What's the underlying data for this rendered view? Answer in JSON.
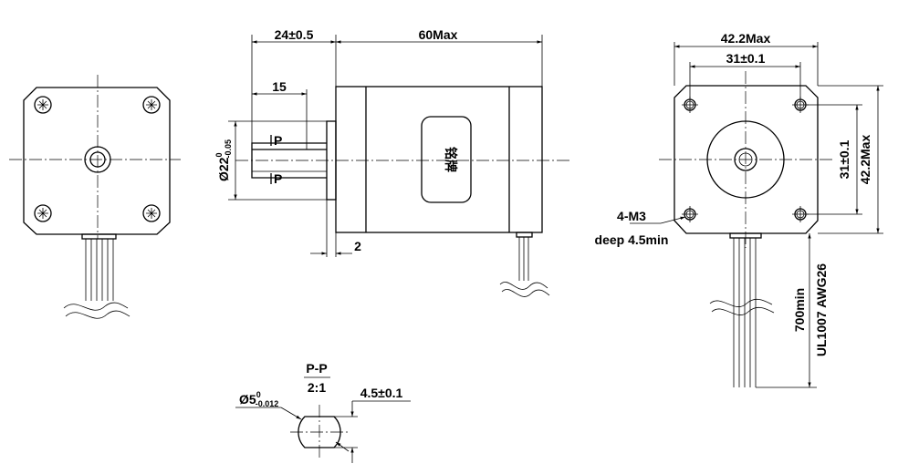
{
  "side_view": {
    "dim_shaft_length": "24±0.5",
    "dim_body_length": "60Max",
    "dim_flat_length": "15",
    "dim_shaft_diameter_main": "Ø22",
    "dim_shaft_diameter_sup": "0",
    "dim_shaft_diameter_sub": "-0.05",
    "section_mark_top": "P",
    "section_mark_bottom": "P",
    "dim_boss_height": "2",
    "nameplate_label": "铭牌"
  },
  "front_view": {
    "dim_width": "42.2Max",
    "dim_hole_spacing_h": "31±0.1",
    "dim_hole_spacing_v": "31±0.1",
    "dim_height": "42.2Max",
    "hole_callout_line1": "4-M3",
    "hole_callout_line2": "deep 4.5min",
    "lead_length": "700min",
    "lead_spec": "UL1007 AWG26"
  },
  "section_view": {
    "title": "P-P",
    "scale": "2:1",
    "dim_diameter_main": "Ø5",
    "dim_diameter_sup": "0",
    "dim_diameter_sub": "-0.012",
    "dim_flat": "4.5±0.1"
  }
}
